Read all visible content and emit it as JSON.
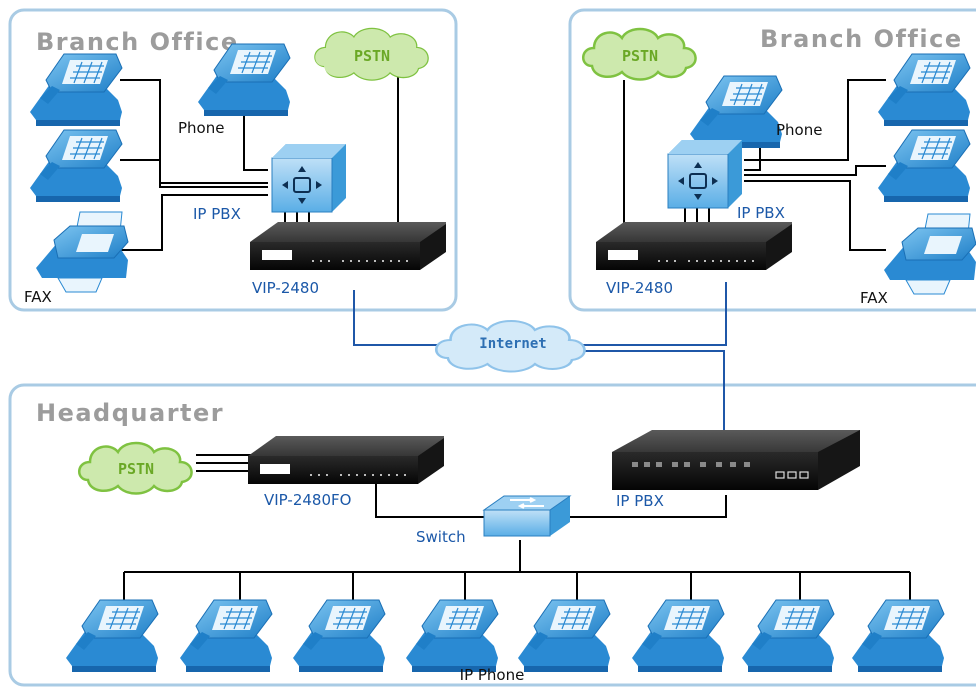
{
  "areas": {
    "branch_left_title": "Branch Office",
    "branch_right_title": "Branch Office",
    "headquarter_title": "Headquarter"
  },
  "clouds": {
    "pstn_left": "PSTN",
    "pstn_right": "PSTN",
    "pstn_hq": "PSTN",
    "internet": "Internet"
  },
  "labels": {
    "left_phone": "Phone",
    "left_ippbx": "IP PBX",
    "left_fax": "FAX",
    "left_gateway": "VIP-2480",
    "right_phone": "Phone",
    "right_ippbx": "IP PBX",
    "right_fax": "FAX",
    "right_gateway": "VIP-2480",
    "hq_gateway": "VIP-2480FO",
    "hq_ippbx": "IP PBX",
    "hq_switch": "Switch",
    "hq_ip_phones": "IP Phone"
  },
  "colors": {
    "panel_border": "#a9cbe4",
    "device_blue": "#3b9ad8",
    "cloud_green": "#7fc241",
    "cloud_blue": "#8fc3ea",
    "network_line": "#1f57a8",
    "phone_line": "#000000"
  }
}
